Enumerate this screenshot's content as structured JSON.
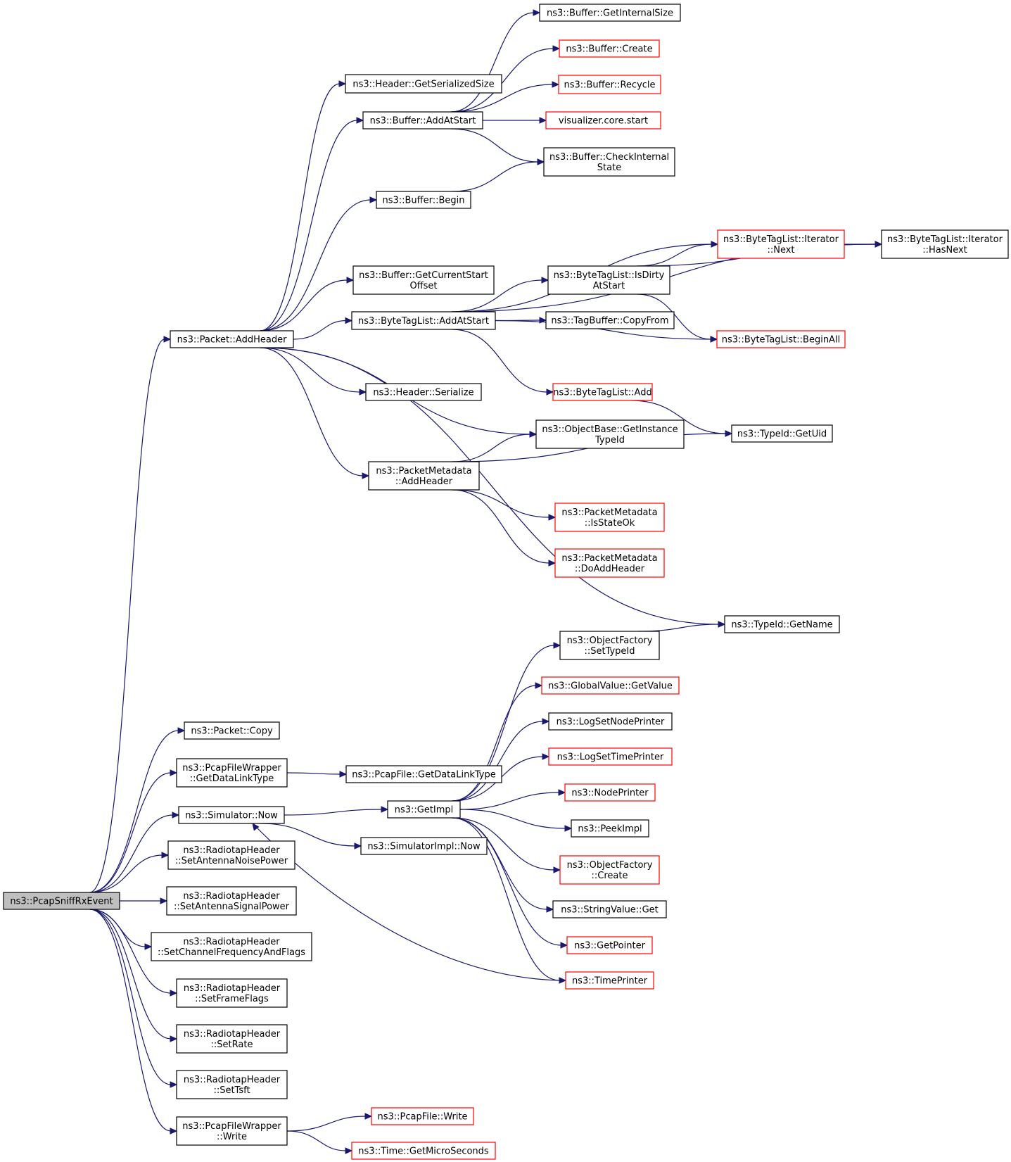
{
  "nodes": [
    {
      "id": "root",
      "lines": [
        "ns3::PcapSniffRxEvent"
      ],
      "style": "root"
    },
    {
      "id": "addheader",
      "lines": [
        "ns3::Packet::AddHeader"
      ],
      "style": "black"
    },
    {
      "id": "copy",
      "lines": [
        "ns3::Packet::Copy"
      ],
      "style": "black"
    },
    {
      "id": "getdatalinktype_w",
      "lines": [
        "ns3::PcapFileWrapper",
        "::GetDataLinkType"
      ],
      "style": "black"
    },
    {
      "id": "simnow",
      "lines": [
        "ns3::Simulator::Now"
      ],
      "style": "black"
    },
    {
      "id": "setantnoise",
      "lines": [
        "ns3::RadiotapHeader",
        "::SetAntennaNoisePower"
      ],
      "style": "black"
    },
    {
      "id": "setantsig",
      "lines": [
        "ns3::RadiotapHeader",
        "::SetAntennaSignalPower"
      ],
      "style": "black"
    },
    {
      "id": "setchan",
      "lines": [
        "ns3::RadiotapHeader",
        "::SetChannelFrequencyAndFlags"
      ],
      "style": "black"
    },
    {
      "id": "setframe",
      "lines": [
        "ns3::RadiotapHeader",
        "::SetFrameFlags"
      ],
      "style": "black"
    },
    {
      "id": "setrate",
      "lines": [
        "ns3::RadiotapHeader",
        "::SetRate"
      ],
      "style": "black"
    },
    {
      "id": "settsft",
      "lines": [
        "ns3::RadiotapHeader",
        "::SetTsft"
      ],
      "style": "black"
    },
    {
      "id": "wwrite",
      "lines": [
        "ns3::PcapFileWrapper",
        "::Write"
      ],
      "style": "black"
    },
    {
      "id": "hdrsize",
      "lines": [
        "ns3::Header::GetSerializedSize"
      ],
      "style": "black"
    },
    {
      "id": "bufaddstart",
      "lines": [
        "ns3::Buffer::AddAtStart"
      ],
      "style": "black"
    },
    {
      "id": "bufbegin",
      "lines": [
        "ns3::Buffer::Begin"
      ],
      "style": "black"
    },
    {
      "id": "bufcurstart",
      "lines": [
        "ns3::Buffer::GetCurrentStart",
        "Offset"
      ],
      "style": "black"
    },
    {
      "id": "btladdstart",
      "lines": [
        "ns3::ByteTagList::AddAtStart"
      ],
      "style": "black"
    },
    {
      "id": "hdrser",
      "lines": [
        "ns3::Header::Serialize"
      ],
      "style": "black"
    },
    {
      "id": "pmaddhdr",
      "lines": [
        "ns3::PacketMetadata",
        "::AddHeader"
      ],
      "style": "black"
    },
    {
      "id": "bufintsize",
      "lines": [
        "ns3::Buffer::GetInternalSize"
      ],
      "style": "black"
    },
    {
      "id": "bufcreate",
      "lines": [
        "ns3::Buffer::Create"
      ],
      "style": "red"
    },
    {
      "id": "bufrecycle",
      "lines": [
        "ns3::Buffer::Recycle"
      ],
      "style": "red"
    },
    {
      "id": "vizstart",
      "lines": [
        "visualizer.core.start"
      ],
      "style": "red"
    },
    {
      "id": "bufcheck",
      "lines": [
        "ns3::Buffer::CheckInternal",
        "State"
      ],
      "style": "black"
    },
    {
      "id": "btlisdirty",
      "lines": [
        "ns3::ByteTagList::IsDirty",
        "AtStart"
      ],
      "style": "black"
    },
    {
      "id": "tagcopy",
      "lines": [
        "ns3::TagBuffer::CopyFrom"
      ],
      "style": "black"
    },
    {
      "id": "btladd",
      "lines": [
        "ns3::ByteTagList::Add"
      ],
      "style": "red"
    },
    {
      "id": "objgettid",
      "lines": [
        "ns3::ObjectBase::GetInstance",
        "TypeId"
      ],
      "style": "black"
    },
    {
      "id": "pmisok",
      "lines": [
        "ns3::PacketMetadata",
        "::IsStateOk"
      ],
      "style": "red"
    },
    {
      "id": "pmdoadd",
      "lines": [
        "ns3::PacketMetadata",
        "::DoAddHeader"
      ],
      "style": "red"
    },
    {
      "id": "itnext",
      "lines": [
        "ns3::ByteTagList::Iterator",
        "::Next"
      ],
      "style": "red"
    },
    {
      "id": "btlbeginall",
      "lines": [
        "ns3::ByteTagList::BeginAll"
      ],
      "style": "red"
    },
    {
      "id": "tidgetuid",
      "lines": [
        "ns3::TypeId::GetUid"
      ],
      "style": "black"
    },
    {
      "id": "ithasnext",
      "lines": [
        "ns3::ByteTagList::Iterator",
        "::HasNext"
      ],
      "style": "black"
    },
    {
      "id": "tidgetname",
      "lines": [
        "ns3::TypeId::GetName"
      ],
      "style": "black"
    },
    {
      "id": "pfgetdlt",
      "lines": [
        "ns3::PcapFile::GetDataLinkType"
      ],
      "style": "black"
    },
    {
      "id": "getimpl",
      "lines": [
        "ns3::GetImpl"
      ],
      "style": "black"
    },
    {
      "id": "simimplnow",
      "lines": [
        "ns3::SimulatorImpl::Now"
      ],
      "style": "black"
    },
    {
      "id": "ofsettid",
      "lines": [
        "ns3::ObjectFactory",
        "::SetTypeId"
      ],
      "style": "black"
    },
    {
      "id": "gvgetval",
      "lines": [
        "ns3::GlobalValue::GetValue"
      ],
      "style": "red"
    },
    {
      "id": "lognodep",
      "lines": [
        "ns3::LogSetNodePrinter"
      ],
      "style": "black"
    },
    {
      "id": "logtimep",
      "lines": [
        "ns3::LogSetTimePrinter"
      ],
      "style": "red"
    },
    {
      "id": "nodeprinter",
      "lines": [
        "ns3::NodePrinter"
      ],
      "style": "red"
    },
    {
      "id": "peekimpl",
      "lines": [
        "ns3::PeekImpl"
      ],
      "style": "black"
    },
    {
      "id": "ofcreate",
      "lines": [
        "ns3::ObjectFactory",
        "::Create"
      ],
      "style": "red"
    },
    {
      "id": "strvalget",
      "lines": [
        "ns3::StringValue::Get"
      ],
      "style": "black"
    },
    {
      "id": "getpointer",
      "lines": [
        "ns3::GetPointer"
      ],
      "style": "red"
    },
    {
      "id": "timeprinter",
      "lines": [
        "ns3::TimePrinter"
      ],
      "style": "red"
    },
    {
      "id": "pfwrite",
      "lines": [
        "ns3::PcapFile::Write"
      ],
      "style": "red"
    },
    {
      "id": "timegetus",
      "lines": [
        "ns3::Time::GetMicroSeconds"
      ],
      "style": "red"
    }
  ],
  "edges": [
    [
      "root",
      "addheader"
    ],
    [
      "root",
      "copy"
    ],
    [
      "root",
      "getdatalinktype_w"
    ],
    [
      "root",
      "simnow"
    ],
    [
      "root",
      "setantnoise"
    ],
    [
      "root",
      "setantsig"
    ],
    [
      "root",
      "setchan"
    ],
    [
      "root",
      "setframe"
    ],
    [
      "root",
      "setrate"
    ],
    [
      "root",
      "settsft"
    ],
    [
      "root",
      "wwrite"
    ],
    [
      "addheader",
      "hdrsize"
    ],
    [
      "addheader",
      "bufaddstart"
    ],
    [
      "addheader",
      "bufbegin"
    ],
    [
      "addheader",
      "bufcurstart"
    ],
    [
      "addheader",
      "btladdstart"
    ],
    [
      "addheader",
      "hdrser"
    ],
    [
      "addheader",
      "pmaddhdr"
    ],
    [
      "addheader",
      "objgettid"
    ],
    [
      "addheader",
      "tidgetname"
    ],
    [
      "bufaddstart",
      "bufintsize"
    ],
    [
      "bufaddstart",
      "bufcreate"
    ],
    [
      "bufaddstart",
      "bufrecycle"
    ],
    [
      "bufaddstart",
      "vizstart"
    ],
    [
      "bufaddstart",
      "bufcheck"
    ],
    [
      "bufbegin",
      "bufcheck"
    ],
    [
      "btladdstart",
      "btlisdirty"
    ],
    [
      "btladdstart",
      "tagcopy"
    ],
    [
      "btladdstart",
      "btladd"
    ],
    [
      "btladdstart",
      "itnext"
    ],
    [
      "btladdstart",
      "ithasnext"
    ],
    [
      "btladdstart",
      "btlbeginall"
    ],
    [
      "btlisdirty",
      "itnext"
    ],
    [
      "btlisdirty",
      "ithasnext"
    ],
    [
      "btlisdirty",
      "btlbeginall"
    ],
    [
      "itnext",
      "ithasnext"
    ],
    [
      "btladd",
      "tidgetuid"
    ],
    [
      "pmaddhdr",
      "objgettid"
    ],
    [
      "pmaddhdr",
      "tidgetuid"
    ],
    [
      "pmaddhdr",
      "pmisok"
    ],
    [
      "pmaddhdr",
      "pmdoadd"
    ],
    [
      "ofsettid",
      "tidgetname"
    ],
    [
      "getdatalinktype_w",
      "pfgetdlt"
    ],
    [
      "simnow",
      "getimpl"
    ],
    [
      "simnow",
      "simimplnow"
    ],
    [
      "getimpl",
      "ofsettid"
    ],
    [
      "getimpl",
      "gvgetval"
    ],
    [
      "getimpl",
      "lognodep"
    ],
    [
      "getimpl",
      "logtimep"
    ],
    [
      "getimpl",
      "nodeprinter"
    ],
    [
      "getimpl",
      "peekimpl"
    ],
    [
      "getimpl",
      "ofcreate"
    ],
    [
      "getimpl",
      "strvalget"
    ],
    [
      "getimpl",
      "getpointer"
    ],
    [
      "getimpl",
      "timeprinter"
    ],
    [
      "timeprinter",
      "simnow"
    ],
    [
      "wwrite",
      "pfwrite"
    ],
    [
      "wwrite",
      "timegetus"
    ]
  ],
  "colors": {
    "edge": "#191970",
    "red_border": "#ff0000",
    "root_fill": "#bfbfbf"
  }
}
